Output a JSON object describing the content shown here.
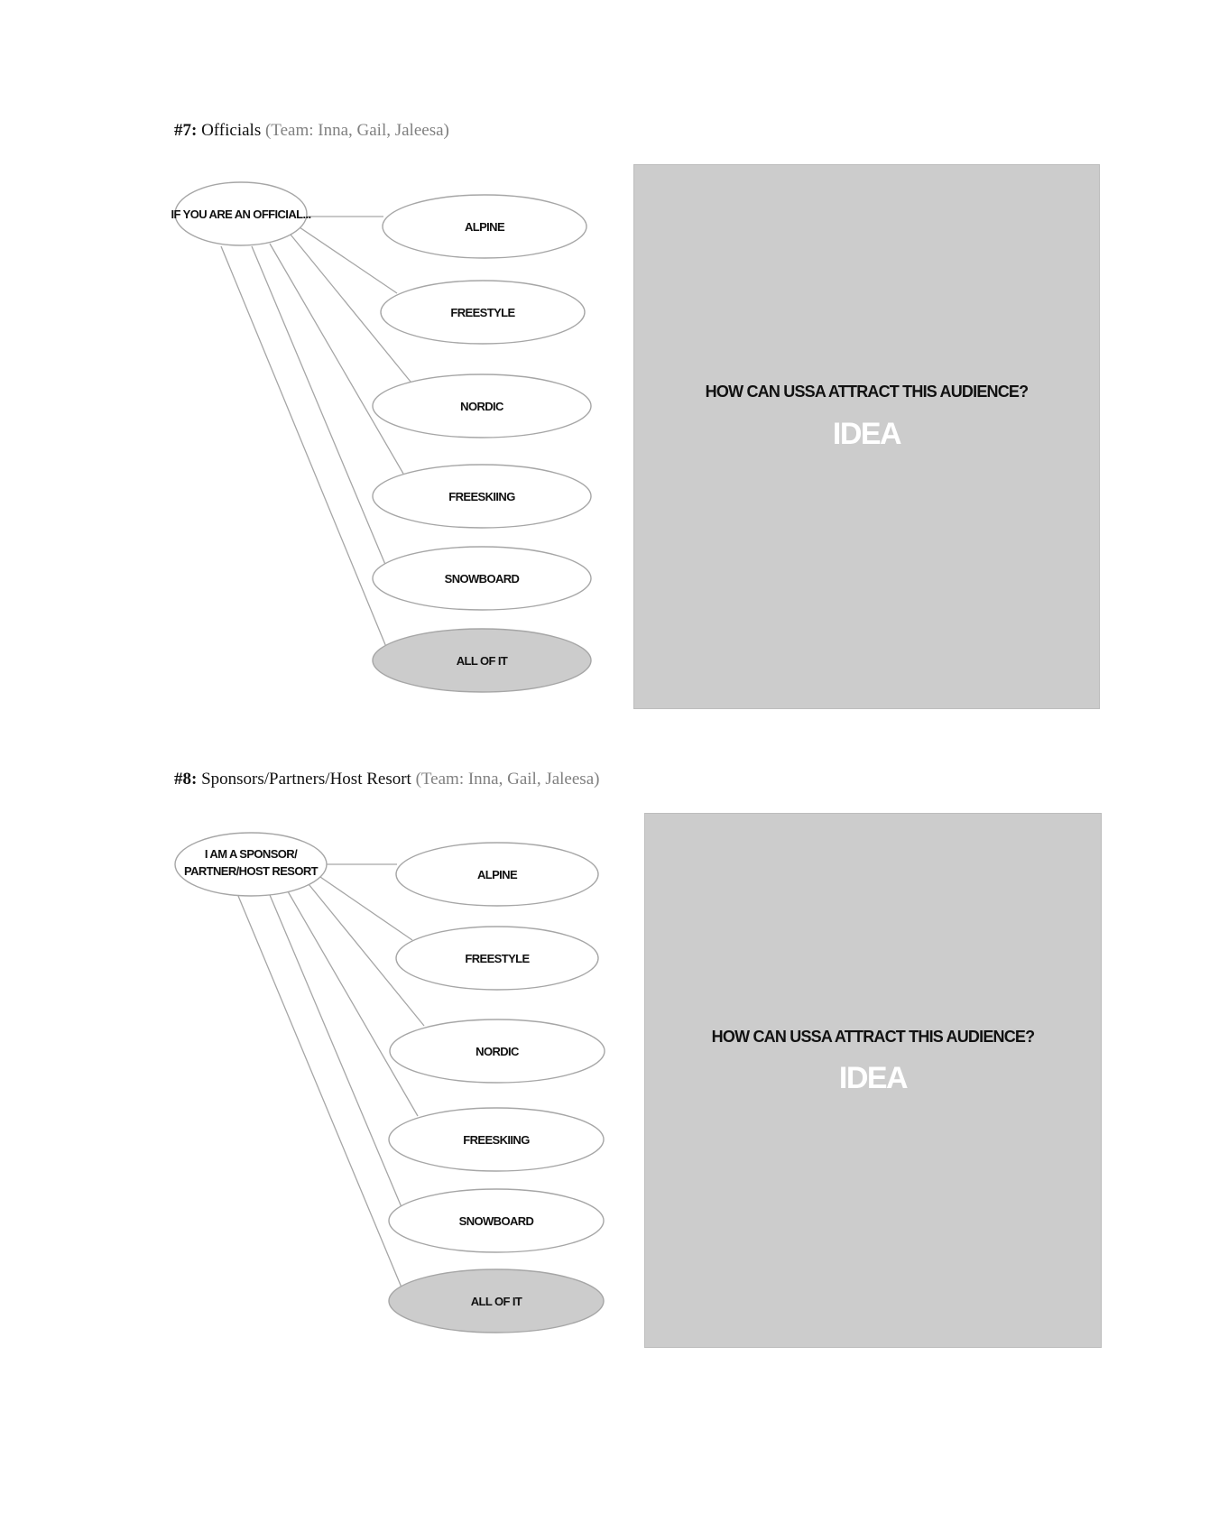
{
  "sections": [
    {
      "number": "#7:",
      "title": "Officials",
      "team": "(Team: Inna, Gail, Jaleesa)",
      "root": {
        "lines": [
          "IF YOU ARE AN OFFICIAL..."
        ]
      },
      "branches": [
        "ALPINE",
        "FREESTYLE",
        "NORDIC",
        "FREESKIING",
        "SNOWBOARD",
        "ALL OF IT"
      ],
      "highlighted_branch": "ALL OF IT",
      "panel": {
        "question": "HOW CAN USSA ATTRACT THIS AUDIENCE?",
        "idea": "IDEA"
      }
    },
    {
      "number": "#8:",
      "title": "Sponsors/Partners/Host Resort",
      "team": "(Team: Inna, Gail, Jaleesa)",
      "root": {
        "lines": [
          "I AM A SPONSOR/",
          "PARTNER/HOST RESORT"
        ]
      },
      "branches": [
        "ALPINE",
        "FREESTYLE",
        "NORDIC",
        "FREESKIING",
        "SNOWBOARD",
        "ALL OF IT"
      ],
      "highlighted_branch": "ALL OF IT",
      "panel": {
        "question": "HOW CAN USSA ATTRACT THIS AUDIENCE?",
        "idea": "IDEA"
      }
    }
  ],
  "colors": {
    "panel_fill": "#cccccc",
    "node_stroke": "#a6a6a6",
    "highlight_fill": "#cccccc",
    "team_text": "#808080",
    "idea_text": "#ffffff"
  }
}
